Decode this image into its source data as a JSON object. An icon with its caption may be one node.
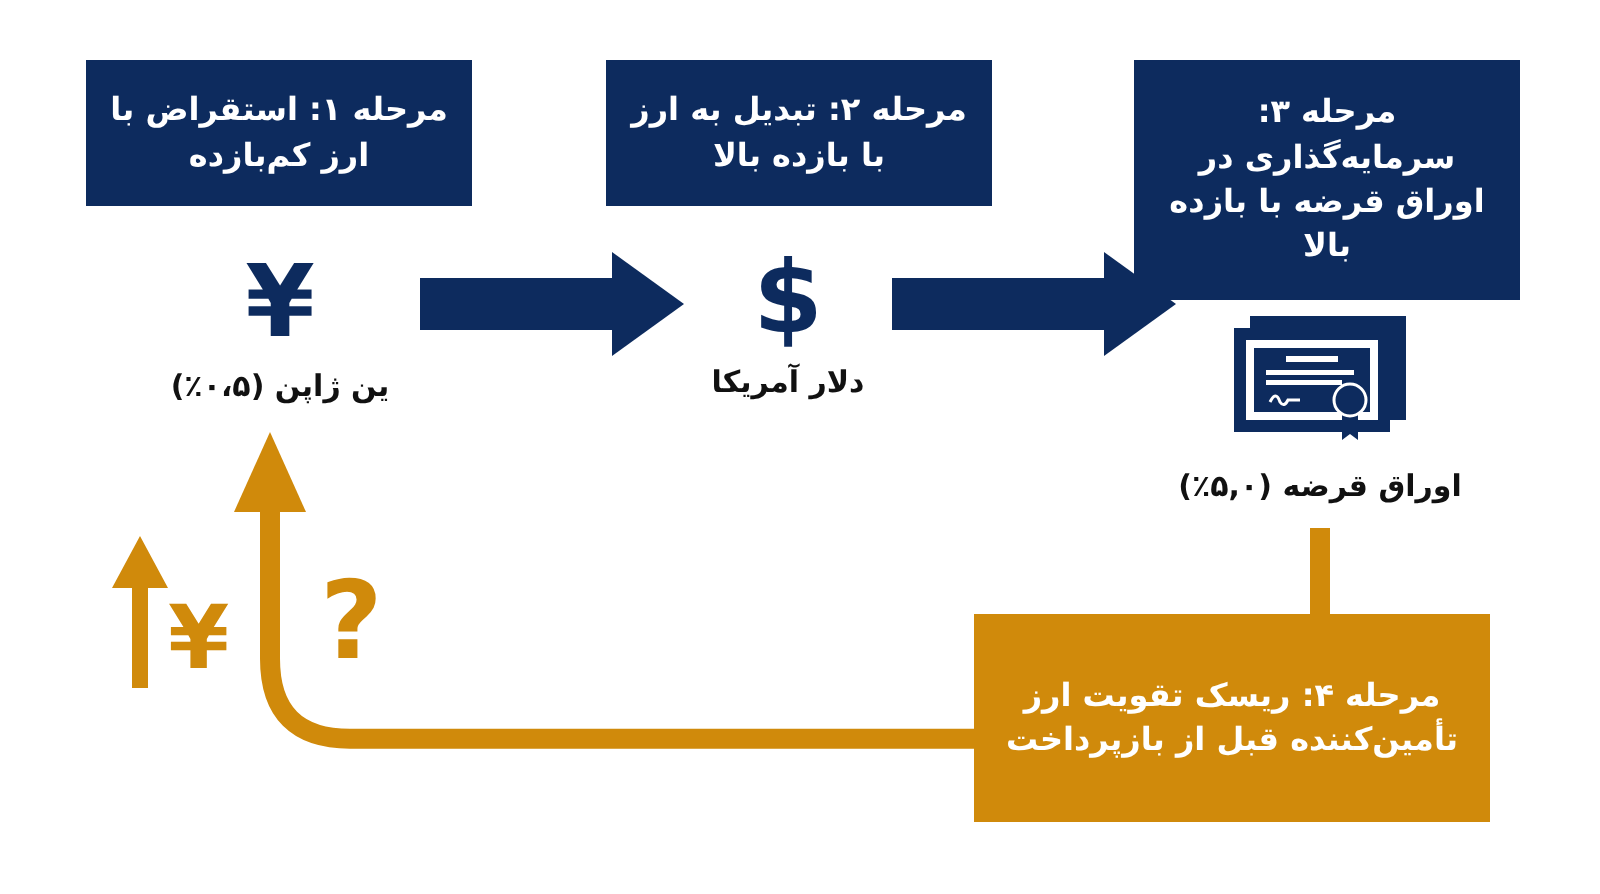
{
  "diagram": {
    "nodes": [
      {
        "text": [
          "مرحله ۱: استقراض با ارز کم‌بازده"
        ]
      },
      {
        "text": [
          "¥",
          "ین ژاپن (۰،۵٪)"
        ]
      },
      {
        "text": [
          "مرحله ۲: تبدیل به ارز با بازده بالا"
        ]
      },
      {
        "text": [
          "$",
          "دلار آمریکا"
        ]
      },
      {
        "text": [
          "مرحله ۳: سرمایه‌گذاری در اوراق قرضه با بازده بالا"
        ]
      },
      {
        "text": [
          "اوراق قرضه (۵,۰٪)"
        ]
      },
      {
        "text": [
          "مرحله ۴: ریسک تقویت ارز تأمین‌کننده قبل از بازپرداخت"
        ]
      }
    ],
    "edges": [
      {
        "from": 1,
        "to": 3,
        "arrow": "to",
        "style": "thick"
      },
      {
        "from": 3,
        "to": 5,
        "arrow": "to",
        "style": "thick"
      },
      {
        "from": 5,
        "to": 6,
        "arrow": "none",
        "color": "#d08a0b"
      },
      {
        "from": 6,
        "to": 1,
        "arrow": "to",
        "color": "#d08a0b"
      }
    ],
    "labels": [
      "¥",
      "?"
    ]
  }
}
